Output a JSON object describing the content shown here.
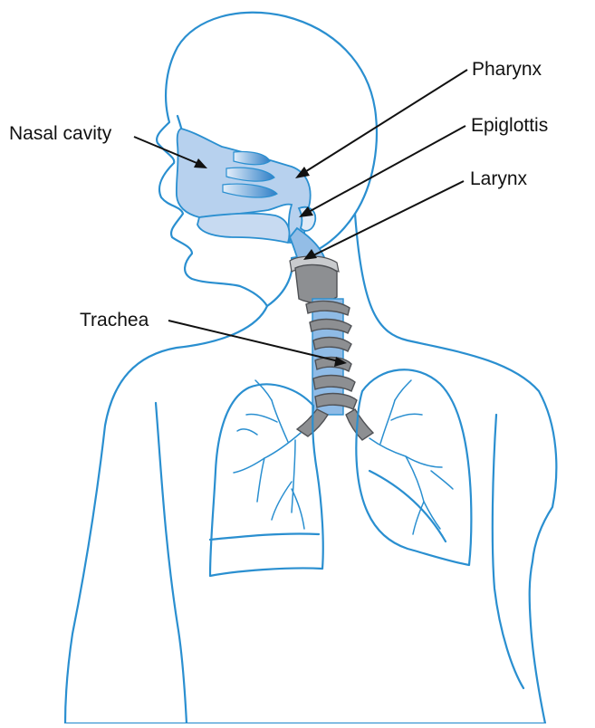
{
  "labels": {
    "nasal_cavity": "Nasal cavity",
    "pharynx": "Pharynx",
    "epiglottis": "Epiglottis",
    "larynx": "Larynx",
    "trachea": "Trachea"
  },
  "colors": {
    "outline": "#2a8fd0",
    "fill_top": "#c8dcf0",
    "fill_bottom": "#ffffff",
    "airway_fill": "#a8c8ea",
    "cartilage": "#8d8f92",
    "label_text": "#111111"
  }
}
